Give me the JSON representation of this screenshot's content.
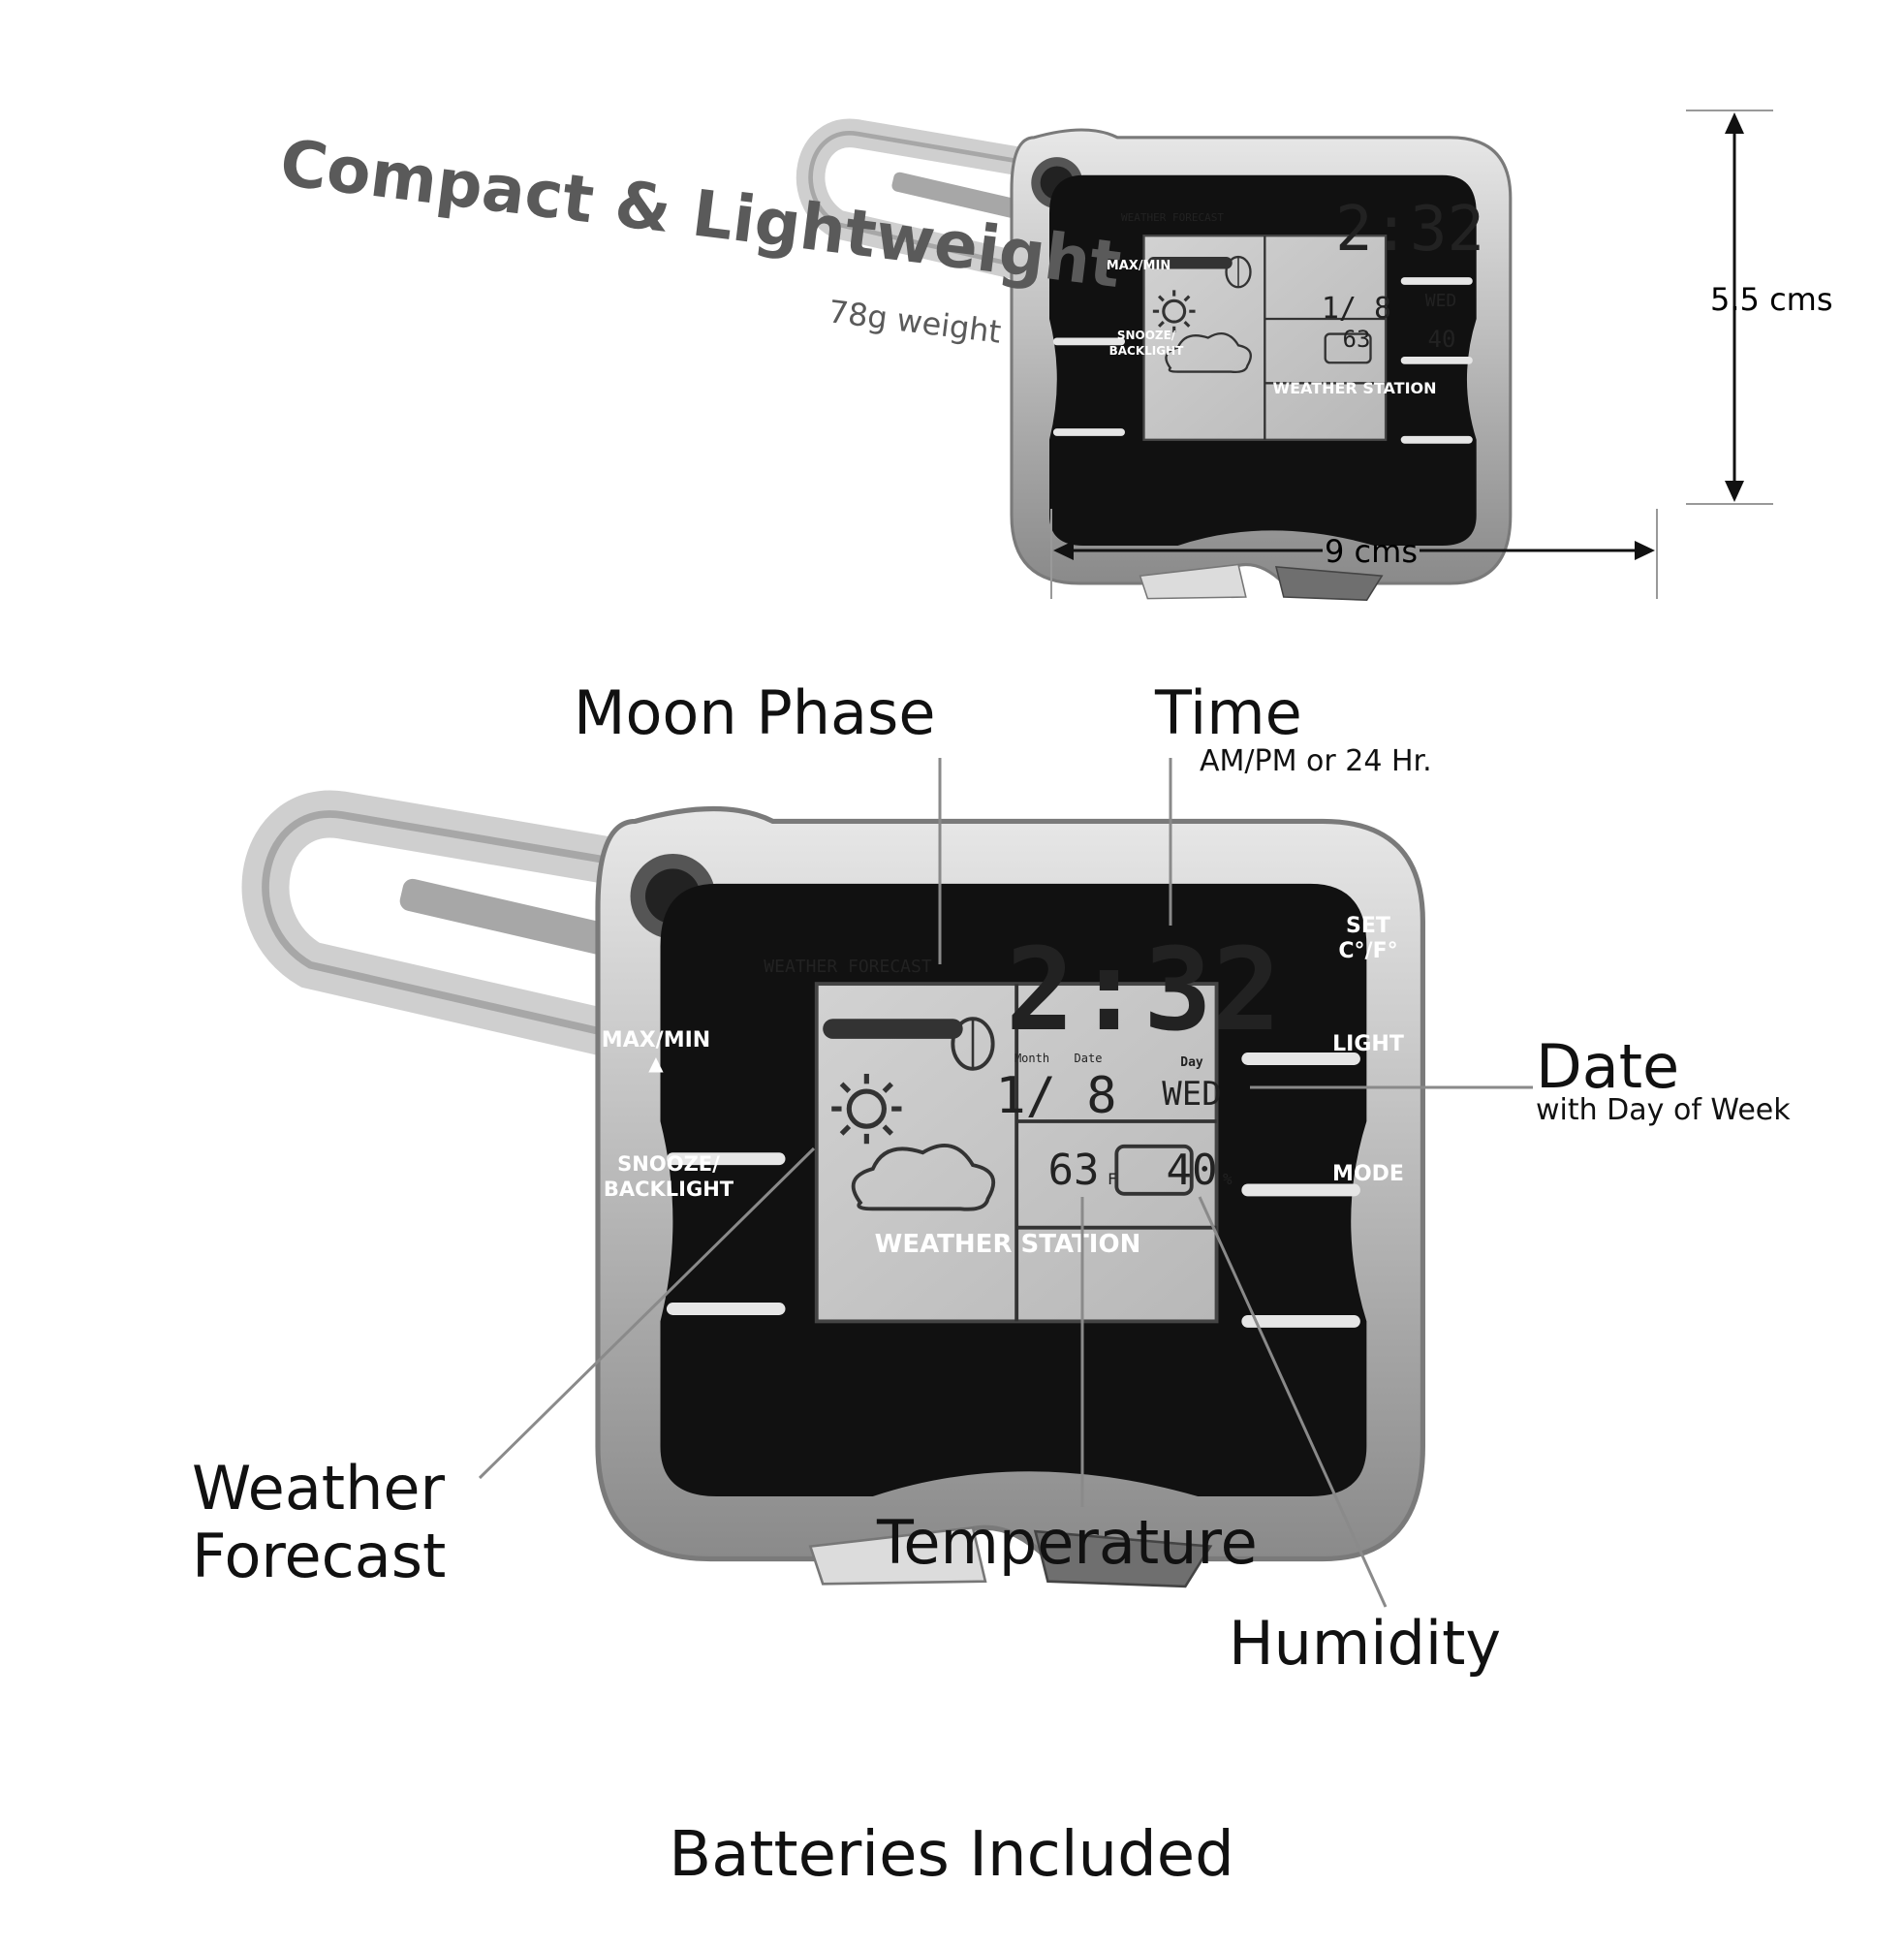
{
  "headline": {
    "title": "Compact & Lightweight",
    "subtitle": "78g weight"
  },
  "dimensions": {
    "height": "5.5 cms",
    "width": "9 cms"
  },
  "device": {
    "forecast_label": "WEATHER FORECAST",
    "brand_label": "WEATHER STATION",
    "buttons": {
      "max_min": "MAX/MIN",
      "max_min_arrow": "▲",
      "snooze_line1": "SNOOZE/",
      "snooze_line2": "BACKLIGHT",
      "set_line1": "SET",
      "set_line2": "C°/F°",
      "light": "LIGHT",
      "mode": "MODE"
    },
    "display": {
      "time": "2:32",
      "month_label": "Month",
      "date_label": "Date",
      "date": "1/ 8",
      "day_label": "Day",
      "day": "WED",
      "temperature": "63",
      "temperature_unit": "F",
      "humidity": "40",
      "humidity_unit": "%"
    }
  },
  "callouts": {
    "moon_phase": "Moon Phase",
    "time": "Time",
    "time_sub": "AM/PM or 24 Hr.",
    "date": "Date",
    "date_sub": "with Day of Week",
    "weather_line1": "Weather",
    "weather_line2": "Forecast",
    "temperature": "Temperature",
    "humidity": "Humidity"
  },
  "footer": "Batteries Included",
  "colors": {
    "body": "#c4c4c4",
    "face": "#111111",
    "lcd": "#c9c9c9",
    "callout_line": "#888888"
  }
}
